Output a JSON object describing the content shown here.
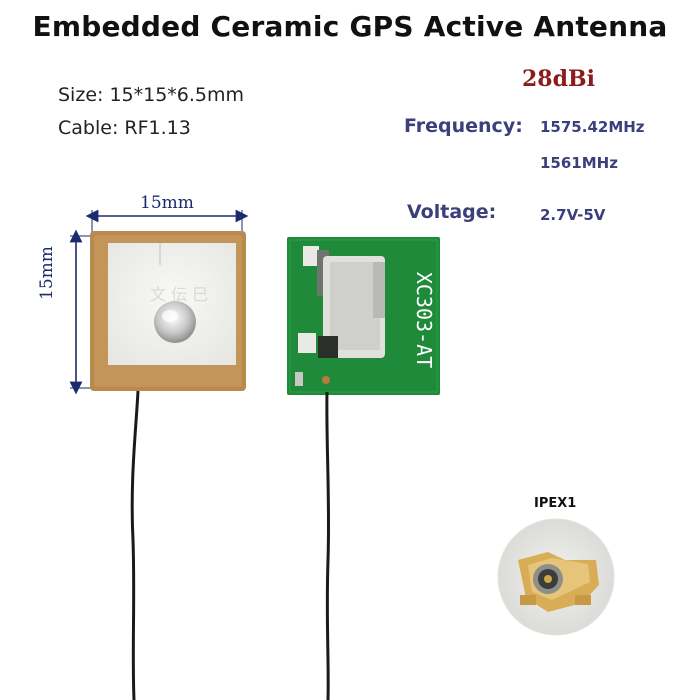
{
  "title": "Embedded Ceramic GPS Active Antenna",
  "specs": {
    "size": "Size: 15*15*6.5mm",
    "cable": "Cable: RF1.13"
  },
  "gain": "28dBi",
  "frequency": {
    "label": "Frequency:",
    "values": [
      "1575.42MHz",
      "1561MHz"
    ]
  },
  "voltage": {
    "label": "Voltage:",
    "value": "2.7V-5V"
  },
  "dimensions": {
    "width": "15mm",
    "height": "15mm"
  },
  "pcb_marking": "XC303-AT",
  "connector_label": "IPEX1",
  "colors": {
    "title": "#111111",
    "gain": "#8a1c1c",
    "spec_labels": "#3b3f7c",
    "dimension_lines": "#1b2a6e",
    "ceramic_frame": "#b98a4e",
    "pcb_green": "#1e8a3a"
  }
}
